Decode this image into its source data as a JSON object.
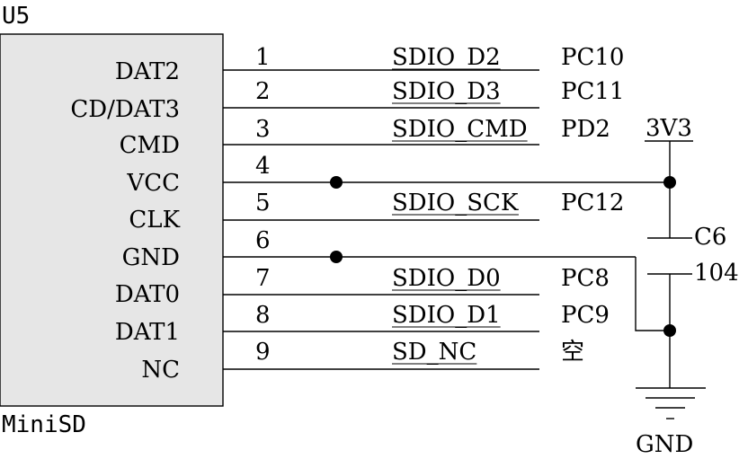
{
  "component": {
    "ref": "U5",
    "value": "MiniSD",
    "color": "#e6e6e6",
    "pins": [
      {
        "num": "1",
        "name": "DAT2",
        "signal": "SDIO_D2",
        "port": "PC10"
      },
      {
        "num": "2",
        "name": "CD/DAT3",
        "signal": "SDIO_D3",
        "port": "PC11"
      },
      {
        "num": "3",
        "name": "CMD",
        "signal": "SDIO_CMD",
        "port": "PD2"
      },
      {
        "num": "4",
        "name": "VCC",
        "signal": "",
        "port": ""
      },
      {
        "num": "5",
        "name": "CLK",
        "signal": "SDIO_SCK",
        "port": "PC12"
      },
      {
        "num": "6",
        "name": "GND",
        "signal": "",
        "port": ""
      },
      {
        "num": "7",
        "name": "DAT0",
        "signal": "SDIO_D0",
        "port": "PC8"
      },
      {
        "num": "8",
        "name": "DAT1",
        "signal": "SDIO_D1",
        "port": "PC9"
      },
      {
        "num": "9",
        "name": "NC",
        "signal": "SD_NC",
        "port": "空"
      }
    ]
  },
  "capacitor": {
    "ref": "C6",
    "value": "104"
  },
  "power_label": "3V3",
  "ground_label": "GND"
}
